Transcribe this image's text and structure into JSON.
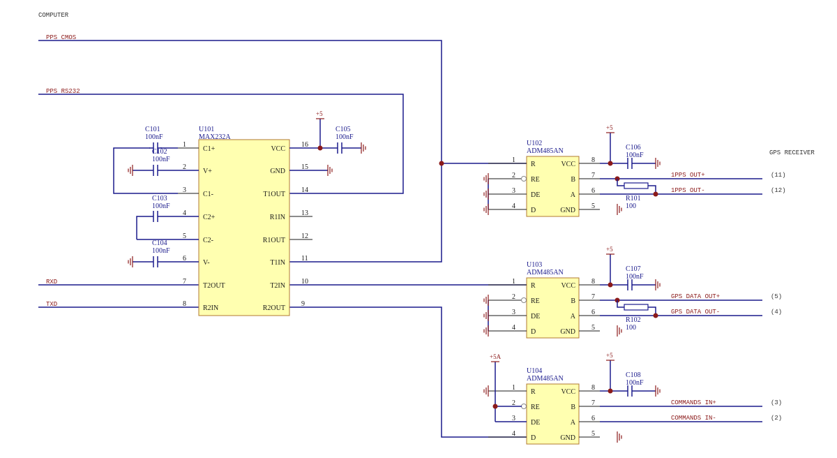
{
  "headings": {
    "left": "COMPUTER",
    "right": "GPS RECEIVER"
  },
  "nets": {
    "pps_cmos": "PPS CMOS",
    "pps_rs232": "PPS RS232",
    "rxd": "RXD",
    "txd": "TXD",
    "pps_out_p": "1PPS OUT+",
    "pps_out_n": "1PPS OUT-",
    "gps_data_p": "GPS DATA OUT+",
    "gps_data_n": "GPS DATA OUT-",
    "cmd_in_p": "COMMANDS IN+",
    "cmd_in_n": "COMMANDS IN-"
  },
  "connector_pins": {
    "pps_out_p": "(11)",
    "pps_out_n": "(12)",
    "gps_data_p": "(5)",
    "gps_data_n": "(4)",
    "cmd_in_p": "(3)",
    "cmd_in_n": "(2)"
  },
  "power": {
    "plus5": "+5",
    "plus5a": "+5A"
  },
  "u101": {
    "ref": "U101",
    "part": "MAX232A",
    "left_pins": [
      {
        "num": "1",
        "name": "C1+"
      },
      {
        "num": "2",
        "name": "V+"
      },
      {
        "num": "3",
        "name": "C1-"
      },
      {
        "num": "4",
        "name": "C2+"
      },
      {
        "num": "5",
        "name": "C2-"
      },
      {
        "num": "6",
        "name": "V-"
      },
      {
        "num": "7",
        "name": "T2OUT"
      },
      {
        "num": "8",
        "name": "R2IN"
      }
    ],
    "right_pins": [
      {
        "num": "16",
        "name": "VCC"
      },
      {
        "num": "15",
        "name": "GND"
      },
      {
        "num": "14",
        "name": "T1OUT"
      },
      {
        "num": "13",
        "name": "R1IN"
      },
      {
        "num": "12",
        "name": "R1OUT"
      },
      {
        "num": "11",
        "name": "T1IN"
      },
      {
        "num": "10",
        "name": "T2IN"
      },
      {
        "num": "9",
        "name": "R2OUT"
      }
    ]
  },
  "adm": [
    {
      "ref": "U102",
      "part": "ADM485AN",
      "left_pins": [
        {
          "num": "1",
          "name": "R"
        },
        {
          "num": "2",
          "name": "RE"
        },
        {
          "num": "3",
          "name": "DE"
        },
        {
          "num": "4",
          "name": "D"
        }
      ],
      "right_pins": [
        {
          "num": "8",
          "name": "VCC"
        },
        {
          "num": "7",
          "name": "B"
        },
        {
          "num": "6",
          "name": "A"
        },
        {
          "num": "5",
          "name": "GND"
        }
      ]
    },
    {
      "ref": "U103",
      "part": "ADM485AN",
      "left_pins": [
        {
          "num": "1",
          "name": "R"
        },
        {
          "num": "2",
          "name": "RE"
        },
        {
          "num": "3",
          "name": "DE"
        },
        {
          "num": "4",
          "name": "D"
        }
      ],
      "right_pins": [
        {
          "num": "8",
          "name": "VCC"
        },
        {
          "num": "7",
          "name": "B"
        },
        {
          "num": "6",
          "name": "A"
        },
        {
          "num": "5",
          "name": "GND"
        }
      ]
    },
    {
      "ref": "U104",
      "part": "ADM485AN",
      "left_pins": [
        {
          "num": "1",
          "name": "R"
        },
        {
          "num": "2",
          "name": "RE"
        },
        {
          "num": "3",
          "name": "DE"
        },
        {
          "num": "4",
          "name": "D"
        }
      ],
      "right_pins": [
        {
          "num": "8",
          "name": "VCC"
        },
        {
          "num": "7",
          "name": "B"
        },
        {
          "num": "6",
          "name": "A"
        },
        {
          "num": "5",
          "name": "GND"
        }
      ]
    }
  ],
  "caps": {
    "c101": {
      "ref": "C101",
      "value": "100nF"
    },
    "c102": {
      "ref": "C102",
      "value": "100nF"
    },
    "c103": {
      "ref": "C103",
      "value": "100nF"
    },
    "c104": {
      "ref": "C104",
      "value": "100nF"
    },
    "c105": {
      "ref": "C105",
      "value": "100nF"
    },
    "c106": {
      "ref": "C106",
      "value": "100nF"
    },
    "c107": {
      "ref": "C107",
      "value": "100nF"
    },
    "c108": {
      "ref": "C108",
      "value": "100nF"
    }
  },
  "resistors": {
    "r101": {
      "ref": "R101",
      "value": "100"
    },
    "r102": {
      "ref": "R102",
      "value": "100"
    }
  }
}
